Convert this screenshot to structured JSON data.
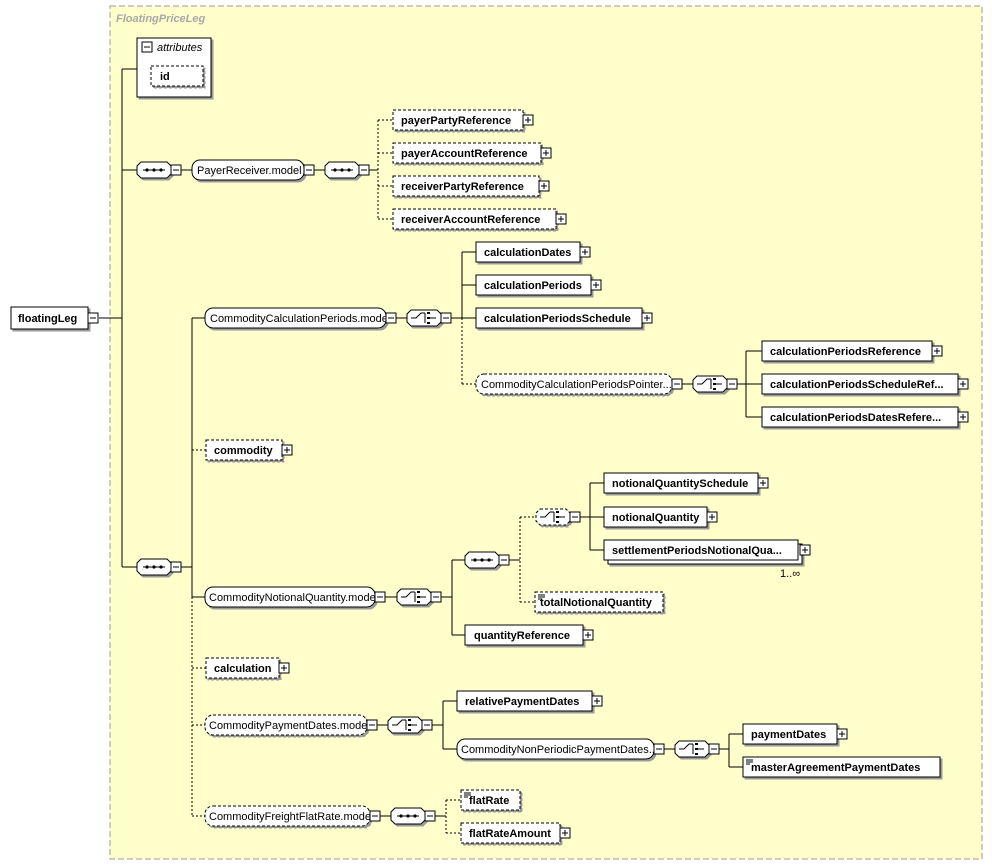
{
  "diagram": {
    "title": "FloatingPriceLeg",
    "root": "floatingLeg",
    "attributes_label": "attributes",
    "attribute_id": "id",
    "payer_receiver_group": "PayerReceiver.model",
    "payer_party_reference": "payerPartyReference",
    "payer_account_reference": "payerAccountReference",
    "receiver_party_reference": "receiverPartyReference",
    "receiver_account_reference": "receiverAccountReference",
    "calc_periods_group": "CommodityCalculationPeriods.model",
    "calculation_dates": "calculationDates",
    "calculation_periods": "calculationPeriods",
    "calculation_periods_schedule": "calculationPeriodsSchedule",
    "calc_periods_pointer_group": "CommodityCalculationPeriodsPointer....",
    "calculation_periods_reference": "calculationPeriodsReference",
    "calculation_periods_schedule_ref": "calculationPeriodsScheduleRef...",
    "calculation_periods_dates_ref": "calculationPeriodsDatesRefere...",
    "commodity": "commodity",
    "notional_group": "CommodityNotionalQuantity.model",
    "notional_quantity_schedule": "notionalQuantitySchedule",
    "notional_quantity": "notionalQuantity",
    "settlement_periods_notional": "settlementPeriodsNotionalQua...",
    "settlement_multiplicity": "1..∞",
    "total_notional_quantity": "totalNotionalQuantity",
    "quantity_reference": "quantityReference",
    "calculation": "calculation",
    "payment_dates_group": "CommodityPaymentDates.model",
    "relative_payment_dates": "relativePaymentDates",
    "non_periodic_group": "CommodityNonPeriodicPaymentDates....",
    "payment_dates": "paymentDates",
    "master_agreement_payment_dates": "masterAgreementPaymentDates",
    "freight_group": "CommodityFreightFlatRate.model",
    "flat_rate": "flatRate",
    "flat_rate_amount": "flatRateAmount"
  }
}
